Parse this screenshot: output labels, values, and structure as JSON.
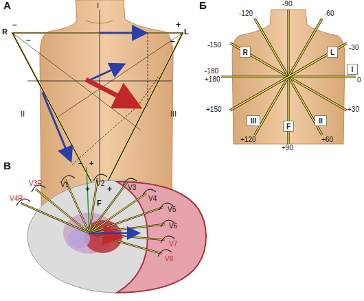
{
  "diagram": {
    "nodes": [
      {
        "text": [
          "R"
        ]
      },
      {
        "text": [
          "L"
        ]
      },
      {
        "text": [
          "I"
        ]
      },
      {
        "text": [
          "III"
        ]
      },
      {
        "text": [
          "F"
        ]
      },
      {
        "text": [
          "II"
        ]
      }
    ],
    "labels": [
      "А",
      "I",
      "R",
      "L",
      "II",
      "III",
      "F",
      "–",
      "–",
      "+",
      "–",
      "+",
      "+",
      "Б",
      "-90",
      "-120",
      "-60",
      "-150",
      "-30",
      "-180",
      "+180",
      "0",
      "+150",
      "+30",
      "+120",
      "+90",
      "+60",
      "В",
      "–",
      "+",
      "V3R",
      "V4R",
      "V1",
      "V2",
      "V3",
      "V4",
      "V5",
      "V6",
      "V7",
      "V8"
    ]
  }
}
